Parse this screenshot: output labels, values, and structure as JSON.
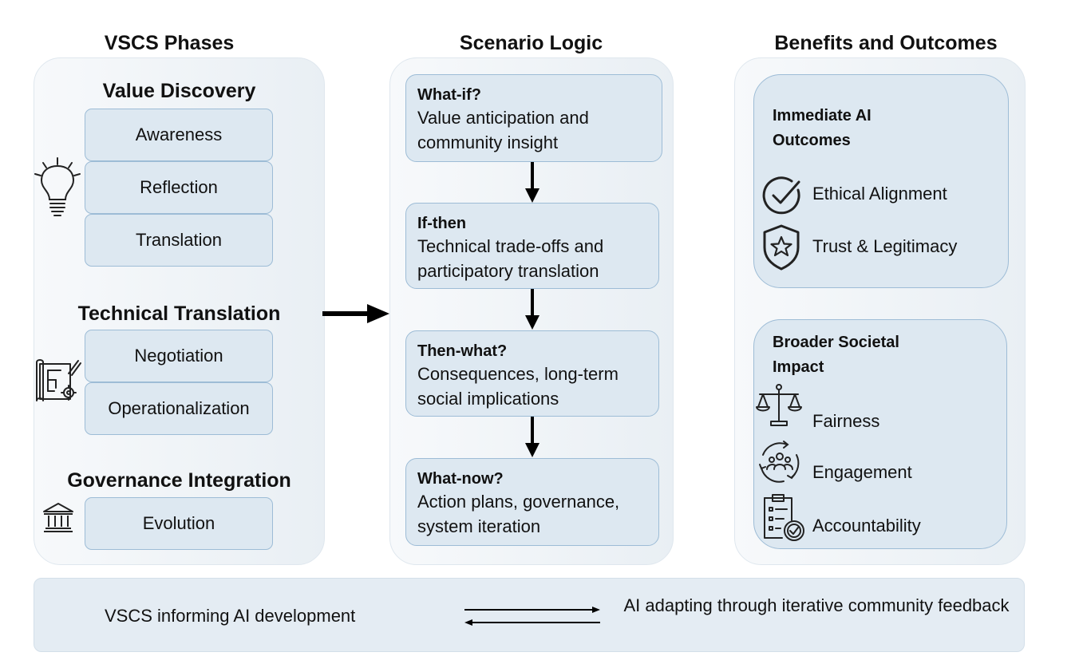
{
  "columns": {
    "phases": "VSCS Phases",
    "scenario": "Scenario Logic",
    "benefits": "Benefits and Outcomes"
  },
  "phases": {
    "value_discovery": {
      "title": "Value Discovery",
      "steps": [
        "Awareness",
        "Reflection",
        "Translation"
      ]
    },
    "technical_translation": {
      "title": "Technical Translation",
      "steps": [
        "Negotiation",
        "Operationalization"
      ]
    },
    "governance_integration": {
      "title": "Governance Integration",
      "steps": [
        "Evolution"
      ]
    }
  },
  "scenario": [
    {
      "title": "What-if?",
      "text": "Value anticipation and community insight"
    },
    {
      "title": "If-then",
      "text": "Technical trade-offs and participatory translation"
    },
    {
      "title": "Then-what?",
      "text": "Consequences, long-term social implications"
    },
    {
      "title": "What-now?",
      "text": "Action plans, governance, system iteration"
    }
  ],
  "benefits": {
    "immediate": {
      "title": "Immediate AI Outcomes",
      "items": [
        "Ethical Alignment",
        "Trust & Legitimacy"
      ]
    },
    "societal": {
      "title": "Broader Societal Impact",
      "items": [
        "Fairness",
        "Engagement",
        "Accountability"
      ]
    }
  },
  "feedback": {
    "left": "VSCS informing AI development",
    "right": "AI adapting through iterative community feedback"
  },
  "icons": [
    "lightbulb-icon",
    "blueprint-icon",
    "bank-icon",
    "checkmark-icon",
    "shield-star-icon",
    "scales-icon",
    "community-cycle-icon",
    "clipboard-check-icon"
  ],
  "colors": {
    "box_fill": "#dde8f1",
    "box_border": "#9dbcd6",
    "panel_fill": "#eef3f7",
    "arrow": "#000000"
  }
}
